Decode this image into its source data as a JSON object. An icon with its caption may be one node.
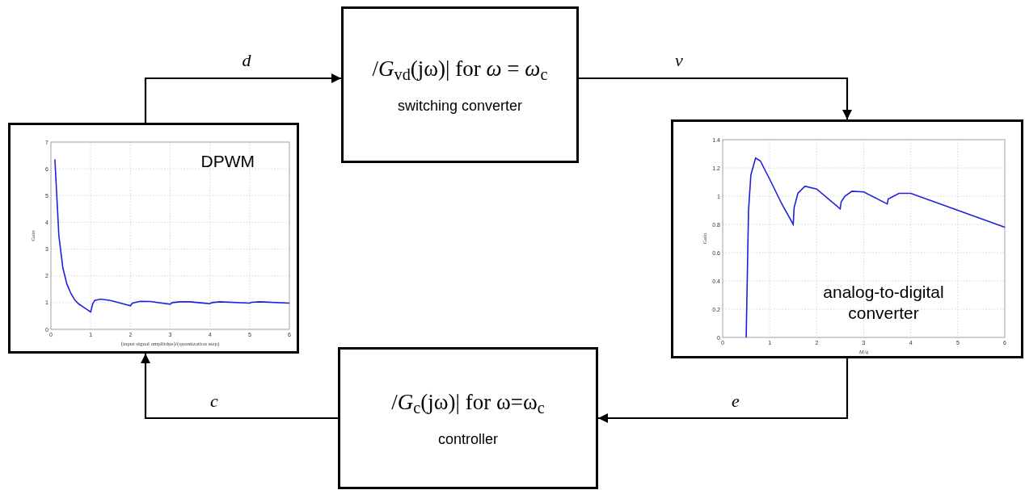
{
  "diagram": {
    "nodes": [
      {
        "text": [
          "DPWM"
        ]
      },
      {
        "text": [
          "/*G*$_{vd}$(jω)| for *ω* = *ω*$_{c}$",
          "switching converter"
        ]
      },
      {
        "text": [
          "analog-to-digital converter"
        ]
      },
      {
        "text": [
          "/*G*$_{c}$(jω)| for ω=ω$_{c}$",
          "controller"
        ]
      }
    ],
    "edges": [
      {
        "from": 0,
        "to": 1,
        "arrow": "to",
        "label": "d"
      },
      {
        "from": 1,
        "to": 2,
        "arrow": "to",
        "label": "v"
      },
      {
        "from": 2,
        "to": 3,
        "arrow": "to",
        "label": "e"
      },
      {
        "from": 3,
        "to": 0,
        "arrow": "to",
        "label": "c"
      }
    ],
    "chart_data": [
      {
        "type": "line",
        "xlabel": "(input signal amplitdue)/(quantization step)",
        "ylabel": "Gain",
        "x": [
          0.1,
          0.2,
          0.3,
          0.4,
          0.5,
          0.6,
          0.7,
          0.8,
          0.9,
          1.0,
          1.05,
          1.1,
          1.25,
          1.5,
          1.75,
          2.0,
          2.05,
          2.25,
          2.5,
          3.0,
          3.05,
          3.25,
          3.5,
          4.0,
          4.05,
          4.25,
          5.0,
          5.05,
          5.25,
          6.0
        ],
        "series": [
          {
            "color": "#1f1fe0",
            "values": [
              6.35,
              3.5,
              2.3,
              1.7,
              1.35,
              1.1,
              0.95,
              0.85,
              0.75,
              0.65,
              0.95,
              1.08,
              1.13,
              1.08,
              0.98,
              0.88,
              0.98,
              1.05,
              1.04,
              0.94,
              1.0,
              1.03,
              1.03,
              0.96,
              1.0,
              1.03,
              0.98,
              1.01,
              1.03,
              0.98
            ]
          }
        ],
        "xlim": [
          0,
          6
        ],
        "ylim": [
          0,
          7
        ],
        "grid": true,
        "xticks": [
          0,
          1,
          2,
          3,
          4,
          5,
          6
        ],
        "yticks": [
          0,
          1,
          2,
          3,
          4,
          5,
          6,
          7
        ]
      },
      {
        "type": "line",
        "xlabel": "M/q",
        "ylabel": "Gain",
        "x": [
          0.5,
          0.55,
          0.6,
          0.7,
          0.8,
          1.0,
          1.25,
          1.5,
          1.52,
          1.6,
          1.75,
          2.0,
          2.5,
          2.52,
          2.6,
          2.75,
          3.0,
          3.5,
          3.52,
          3.75,
          4.0,
          5.0,
          6.0
        ],
        "series": [
          {
            "color": "#1f1fe0",
            "values": [
              0,
              0.9,
              1.15,
              1.27,
              1.25,
              1.12,
              0.95,
              0.8,
              0.92,
              1.02,
              1.07,
              1.05,
              0.91,
              0.96,
              1.0,
              1.035,
              1.03,
              0.945,
              0.98,
              1.02,
              1.02,
              0.9,
              0.78
            ]
          }
        ],
        "xlim": [
          0,
          6
        ],
        "ylim": [
          0,
          1.4
        ],
        "grid": true,
        "xticks": [
          0,
          1,
          2,
          3,
          4,
          5,
          6
        ],
        "yticks": [
          0,
          0.2,
          0.4,
          0.6,
          0.8,
          1,
          1.2,
          1.4
        ]
      }
    ]
  }
}
